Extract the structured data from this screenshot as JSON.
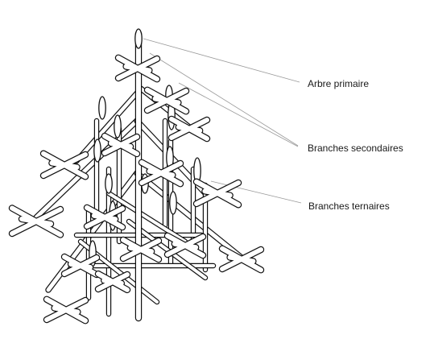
{
  "labels": {
    "primary": "Arbre primaire",
    "secondary": "Branches secondaires",
    "ternary": "Branches ternaires"
  },
  "colors": {
    "stroke": "#111111",
    "leader": "#9a9a9a",
    "fill": "#ffffff"
  }
}
